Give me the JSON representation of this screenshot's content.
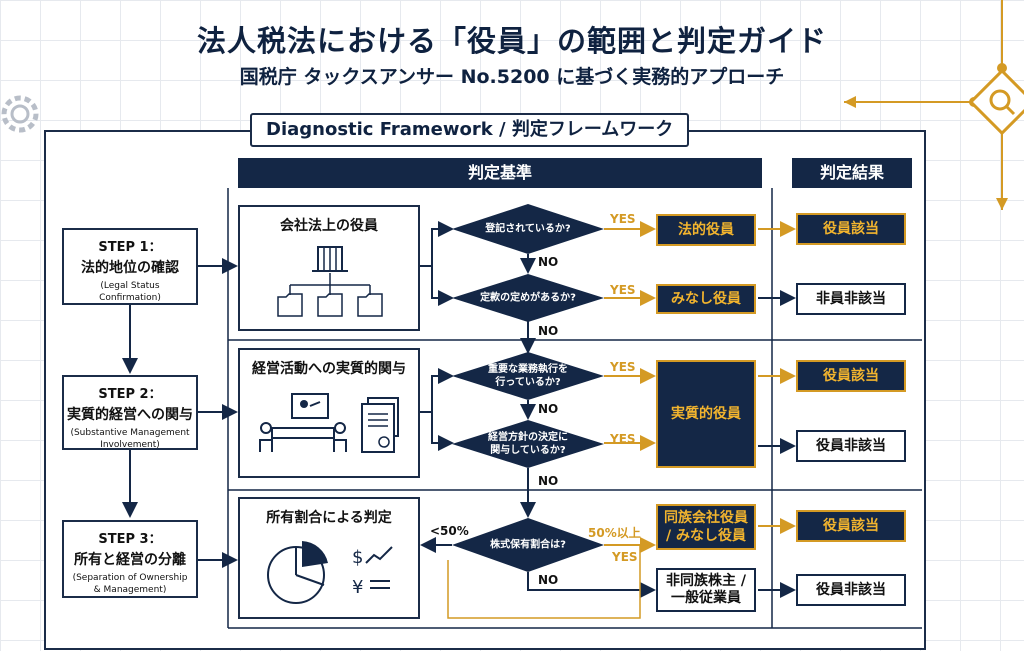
{
  "title": "法人税法における「役員」の範囲と判定ガイド",
  "subtitle": "国税庁 タックスアンサー No.5200 に基づく実務的アプローチ",
  "framework_label": "Diagnostic Framework / 判定フレームワーク",
  "headers": {
    "criteria": "判定基準",
    "result": "判定結果"
  },
  "steps": [
    {
      "step": "STEP 1：",
      "name": "法的地位の確認",
      "en": [
        "(Legal Status",
        "Confirmation)"
      ]
    },
    {
      "step": "STEP 2：",
      "name": "実質的経営への関与",
      "en": [
        "(Substantive Management",
        "Involvement)"
      ]
    },
    {
      "step": "STEP 3：",
      "name": "所有と経営の分離",
      "en": [
        "(Separation of Ownership",
        "& Management)"
      ]
    }
  ],
  "panels": [
    "会社法上の役員",
    "経営活動への実質的関与",
    "所有割合による判定"
  ],
  "questions": {
    "q1": [
      "登記されているか?"
    ],
    "q2": [
      "定款の定めがあるか?"
    ],
    "q3": [
      "重要な業務執行を",
      "行っているか?"
    ],
    "q4": [
      "経営方針の決定に",
      "関与しているか?"
    ],
    "q5": [
      "株式保有割合は?"
    ]
  },
  "labels": {
    "yes": "YES",
    "no": "NO",
    "lt50": "<50%",
    "ge50": "50%以上"
  },
  "outcomes": {
    "legal": "法的役員",
    "deemed": "みなし役員",
    "substantive": "実質的役員",
    "family": [
      "同族会社役員",
      "/ みなし役員"
    ],
    "non_family": [
      "非同族株主 /",
      "一般従業員"
    ]
  },
  "results": {
    "r1": "役員該当",
    "r2": "非員非該当",
    "r3": "役員該当",
    "r4": "役員非該当",
    "r5": "役員該当",
    "r6": "役員非該当"
  },
  "colors": {
    "navy": "#142746",
    "gold": "#d49a24"
  },
  "icons": [
    "gear-icon",
    "magnifier-icon",
    "building-icon",
    "org-chart-icon",
    "meeting-icon",
    "document-icon",
    "pie-chart-icon",
    "currency-icon"
  ]
}
